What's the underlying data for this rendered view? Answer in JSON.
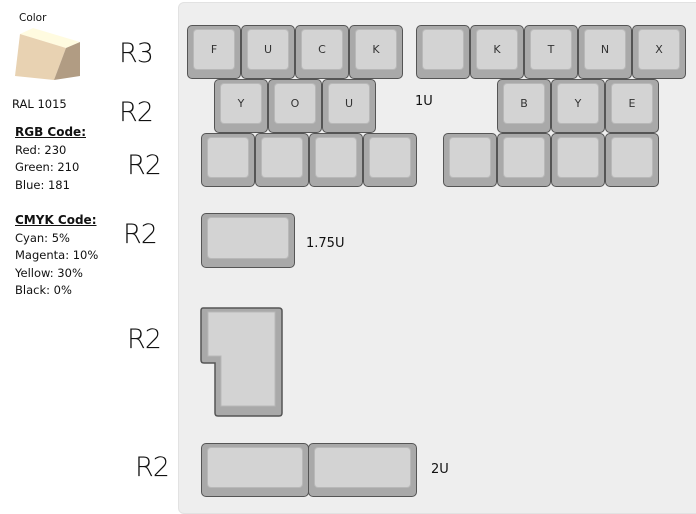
{
  "color_panel": {
    "title": "Color",
    "swatch_colors": {
      "top": "#fffbe0",
      "left": "#e8d2b2",
      "right": "#b19c83"
    },
    "ral_name": "RAL 1015",
    "rgb": {
      "header": "RGB Code:",
      "red": "Red: 230",
      "green": "Green: 210",
      "blue": "Blue: 181"
    },
    "cmyk": {
      "header": "CMYK Code:",
      "cyan": "Cyan: 5%",
      "magenta": "Magenta: 10%",
      "yellow": "Yellow: 30%",
      "black": "Black: 0%"
    }
  },
  "row_labels": [
    "R3",
    "R2",
    "R2",
    "R2",
    "R2",
    "R2"
  ],
  "size_labels": {
    "u1": "1U",
    "u175": "1.75U",
    "u2": "2U"
  },
  "rows": {
    "row1": [
      "F",
      "U",
      "C",
      "K",
      "",
      "K",
      "T",
      "N",
      "X"
    ],
    "row2": [
      "Y",
      "O",
      "U",
      "B",
      "Y",
      "E"
    ],
    "row3": [
      "",
      "",
      "",
      "",
      "",
      "",
      "",
      ""
    ]
  }
}
